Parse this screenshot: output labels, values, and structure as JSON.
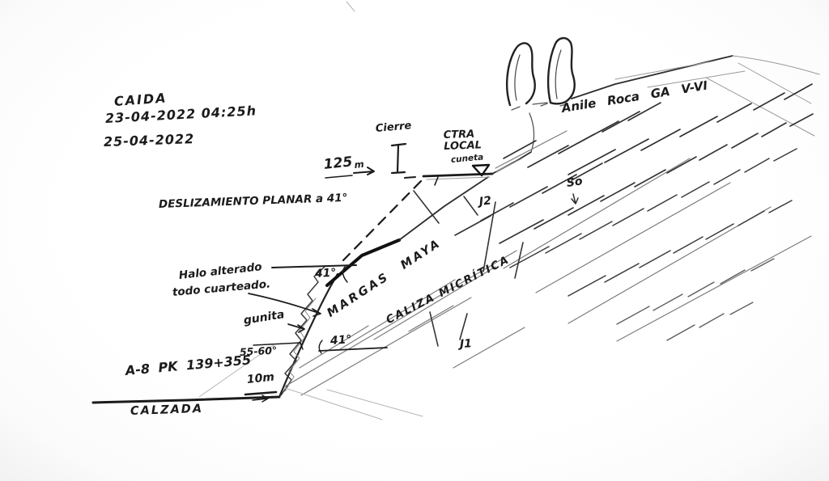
{
  "sketch": {
    "header": {
      "title": "CAIDA",
      "date_time_1": "23-04-2022  04:25h",
      "date_2": "25-04-2022"
    },
    "annotations": {
      "mechanism": "DESLIZAMIENTO PLANAR a 41°",
      "height_value": "125",
      "height_unit": "m",
      "closure": "Cierre",
      "upper_road_line1": "CTRA",
      "upper_road_line2": "LOCAL",
      "ditch": "cuneta",
      "rock_mass_grade": "Anile Roca GA V-VI",
      "joint_j2": "J2",
      "bedding_so": "So",
      "joint_j1": "J1",
      "unit_marls": "MARGAS MAYA",
      "unit_limestone": "CALIZA MICRÍTICA",
      "weathering_line1": "Halo alterado",
      "weathering_line2": "todo cuarteado.",
      "shotcrete": "gunita",
      "angle_face_mid": "41°",
      "angle_bedding_low": "41°",
      "angle_face_lower": "55-60°",
      "road_id": "A-8 PK 139+355",
      "scale_bar": "10m",
      "roadway": "CALZADA"
    },
    "colors": {
      "ink": "#1b1b1b",
      "pencil": "#777777",
      "paper": "#fefefe"
    }
  }
}
